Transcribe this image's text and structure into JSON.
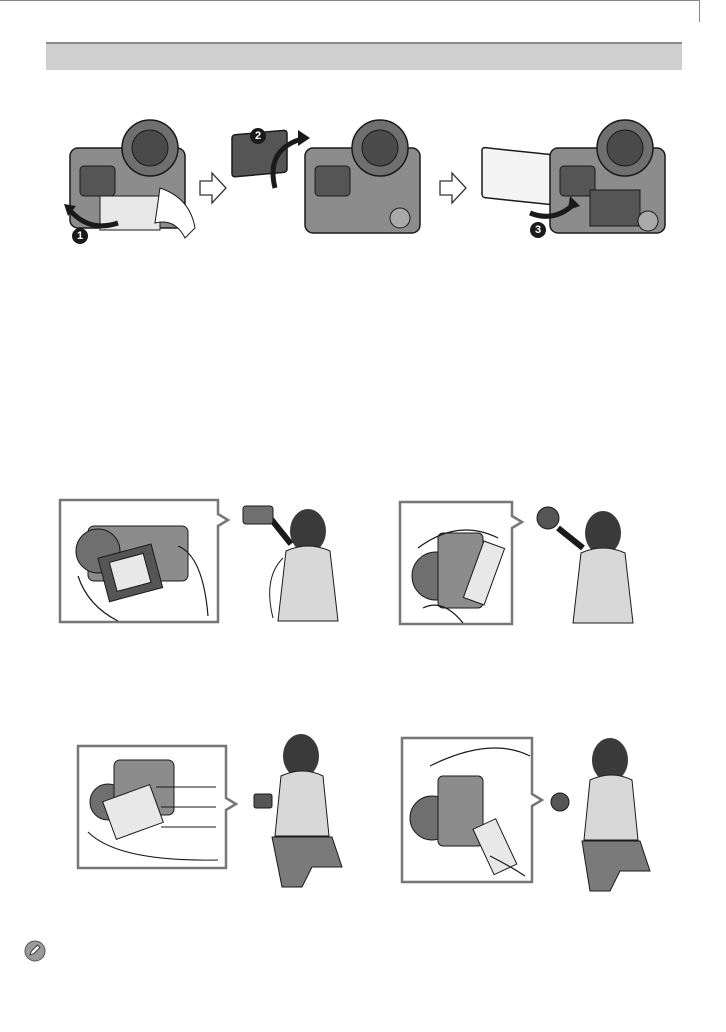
{
  "steps": {
    "badges": [
      "1",
      "2",
      "3"
    ]
  },
  "colors": {
    "section_bar": "#cfcfcf",
    "ink": "#1a1a1a",
    "camera_body": "#8c8c8c",
    "camera_dark": "#555555",
    "screen": "#e8e8e8"
  },
  "icons": {
    "note": "pencil-note-icon",
    "step_arrow": "hollow-right-arrow-icon"
  }
}
